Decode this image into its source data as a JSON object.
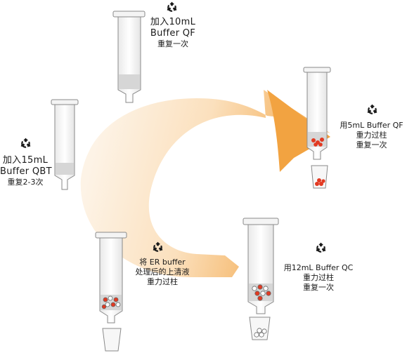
{
  "colors": {
    "arrow_dark": "#f2a341",
    "arrow_light": "#fbe3c2",
    "resin": "#d9d9d9",
    "bead_red": "#e23a22",
    "outline": "#8a8a8a"
  },
  "icons": {
    "step_marker": "recycle-icon"
  },
  "steps": [
    {
      "lines": [
        "加入15mL",
        "Buffer QBT",
        "重复2-3次"
      ]
    },
    {
      "lines": [
        "加入10mL",
        "Buffer QF",
        "重复一次"
      ]
    },
    {
      "lines": [
        "用5mL Buffer QF",
        "重力过柱",
        "重复一次"
      ]
    },
    {
      "lines": [
        "用12mL Buffer QC",
        "重力过柱",
        "重复一次"
      ]
    },
    {
      "lines": [
        "将 ER buffer",
        "处理后的上清液",
        "重力过柱"
      ]
    }
  ]
}
